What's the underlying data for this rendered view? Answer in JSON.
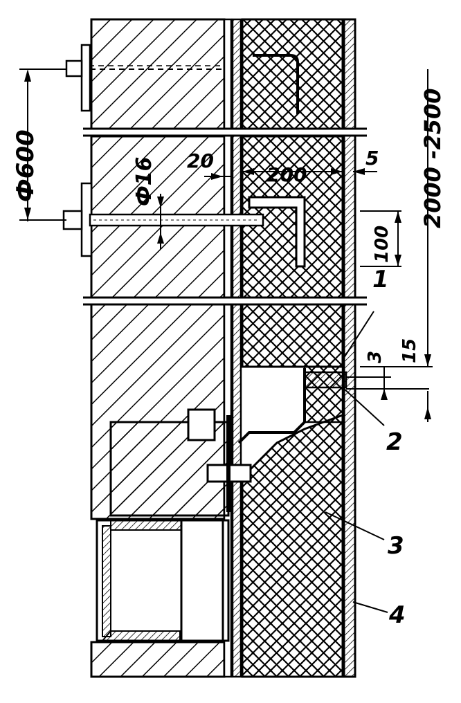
{
  "drawing": {
    "dimensions": {
      "bolt_spacing": "Ф600",
      "bolt_diameter": "Ф16",
      "gap": "20",
      "insulation_thickness": "200",
      "cladding_gap": "5",
      "height_range": "2000 -2500",
      "anchor_height": "100",
      "dim_3": "3",
      "dim_15": "15"
    },
    "callouts": {
      "c1": "1",
      "c2": "2",
      "c3": "3",
      "c4": "4"
    }
  }
}
